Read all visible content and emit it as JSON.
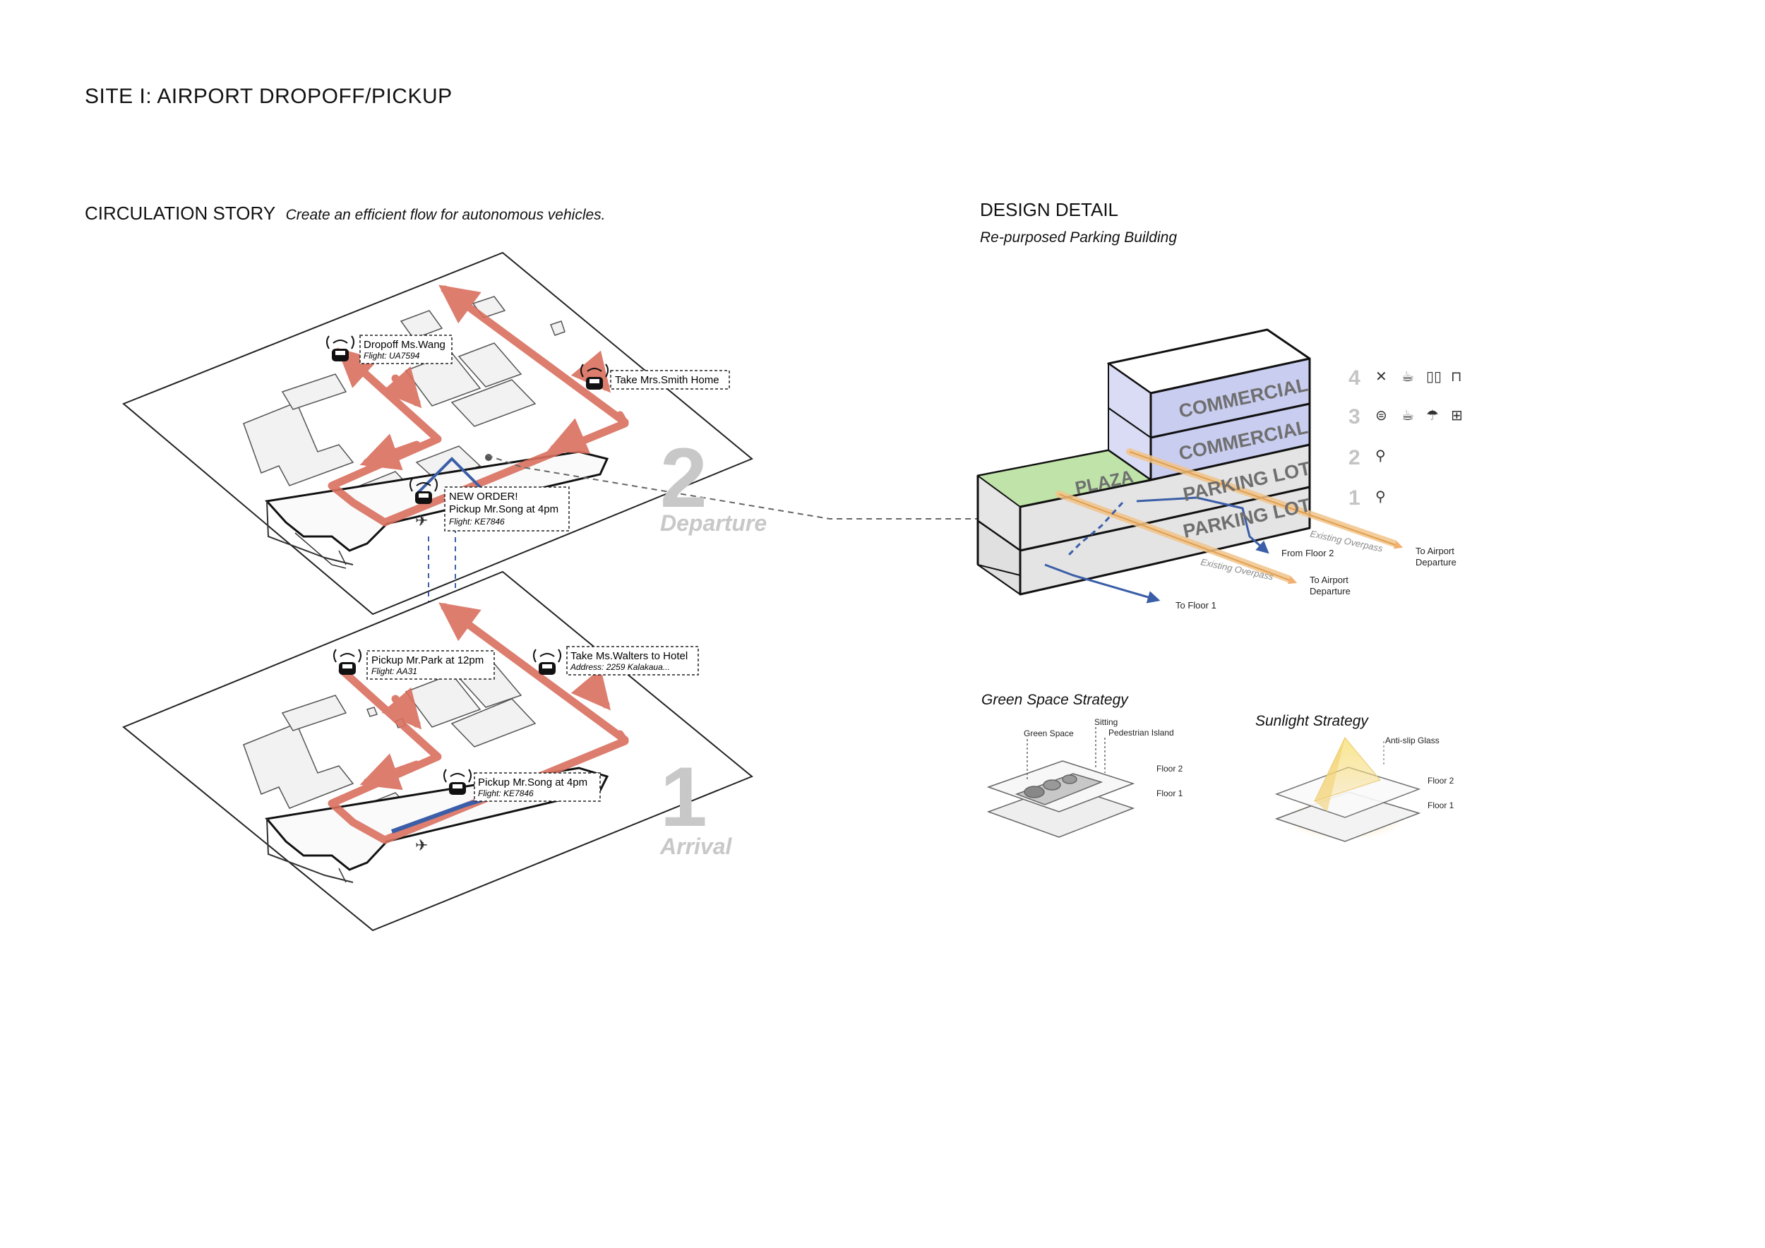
{
  "sheet_title": "SITE I: AIRPORT DROPOFF/PICKUP",
  "circulation": {
    "title": "CIRCULATION STORY",
    "subtitle": "Create an efficient flow for autonomous vehicles.",
    "departure": {
      "number": "2",
      "label": "Departure",
      "callouts": [
        {
          "line1": "Dropoff Ms.Wang",
          "line2": "Flight: UA7594"
        },
        {
          "line1": "Take Mrs.Smith Home",
          "line2": ""
        },
        {
          "line1": "NEW ORDER!",
          "line2": "Pickup Mr.Song at 4pm",
          "line3": "Flight: KE7846"
        }
      ]
    },
    "arrival": {
      "number": "1",
      "label": "Arrival",
      "callouts": [
        {
          "line1": "Pickup Mr.Park at 12pm",
          "line2": "Flight: AA31"
        },
        {
          "line1": "Take Ms.Walters to Hotel",
          "line2": "Address: 2259 Kalakaua..."
        },
        {
          "line1": "Pickup Mr.Song at 4pm",
          "line2": "Flight: KE7846"
        }
      ]
    }
  },
  "design_detail": {
    "title": "DESIGN DETAIL",
    "subtitle": "Re-purposed Parking Building",
    "floors": [
      {
        "number": "4",
        "label": "COMMERCIAL",
        "icons": [
          "utensils-icon",
          "coffee-icon",
          "book-icon",
          "shopping-bag-icon"
        ]
      },
      {
        "number": "3",
        "label": "COMMERCIAL",
        "icons": [
          "burger-icon",
          "coffee-icon",
          "umbrella-table-icon",
          "gift-icon"
        ]
      },
      {
        "number": "2",
        "label": "PARKING LOT",
        "icons": [
          "charging-car-icon"
        ]
      },
      {
        "number": "1",
        "label": "PARKING LOT",
        "icons": [
          "charging-car-icon"
        ]
      }
    ],
    "plaza_label": "PLAZA",
    "annotations": {
      "overpass_1": "Existing Overpass",
      "overpass_2": "Existing Overpass",
      "to_departure_1a": "To Airport",
      "to_departure_1b": "Departure",
      "to_departure_2a": "To Airport",
      "to_departure_2b": "Departure",
      "from_floor2": "From Floor 2",
      "to_floor1": "To Floor 1"
    },
    "colors": {
      "commercial": "#c9cdf0",
      "plaza": "#bfe3a8",
      "parking": "#e4e4e4",
      "route_red": "#d9705f",
      "route_blue": "#3b5ea8",
      "overpass": "#f2c48a"
    }
  },
  "green_space": {
    "title": "Green Space Strategy",
    "labels": {
      "green_space": "Green Space",
      "sitting": "Sitting",
      "pedestrian_island": "Pedestrian Island",
      "floor2": "Floor 2",
      "floor1": "Floor 1"
    }
  },
  "sunlight": {
    "title": "Sunlight Strategy",
    "labels": {
      "glass": "Anti-slip Glass",
      "floor2": "Floor 2",
      "floor1": "Floor 1"
    }
  }
}
